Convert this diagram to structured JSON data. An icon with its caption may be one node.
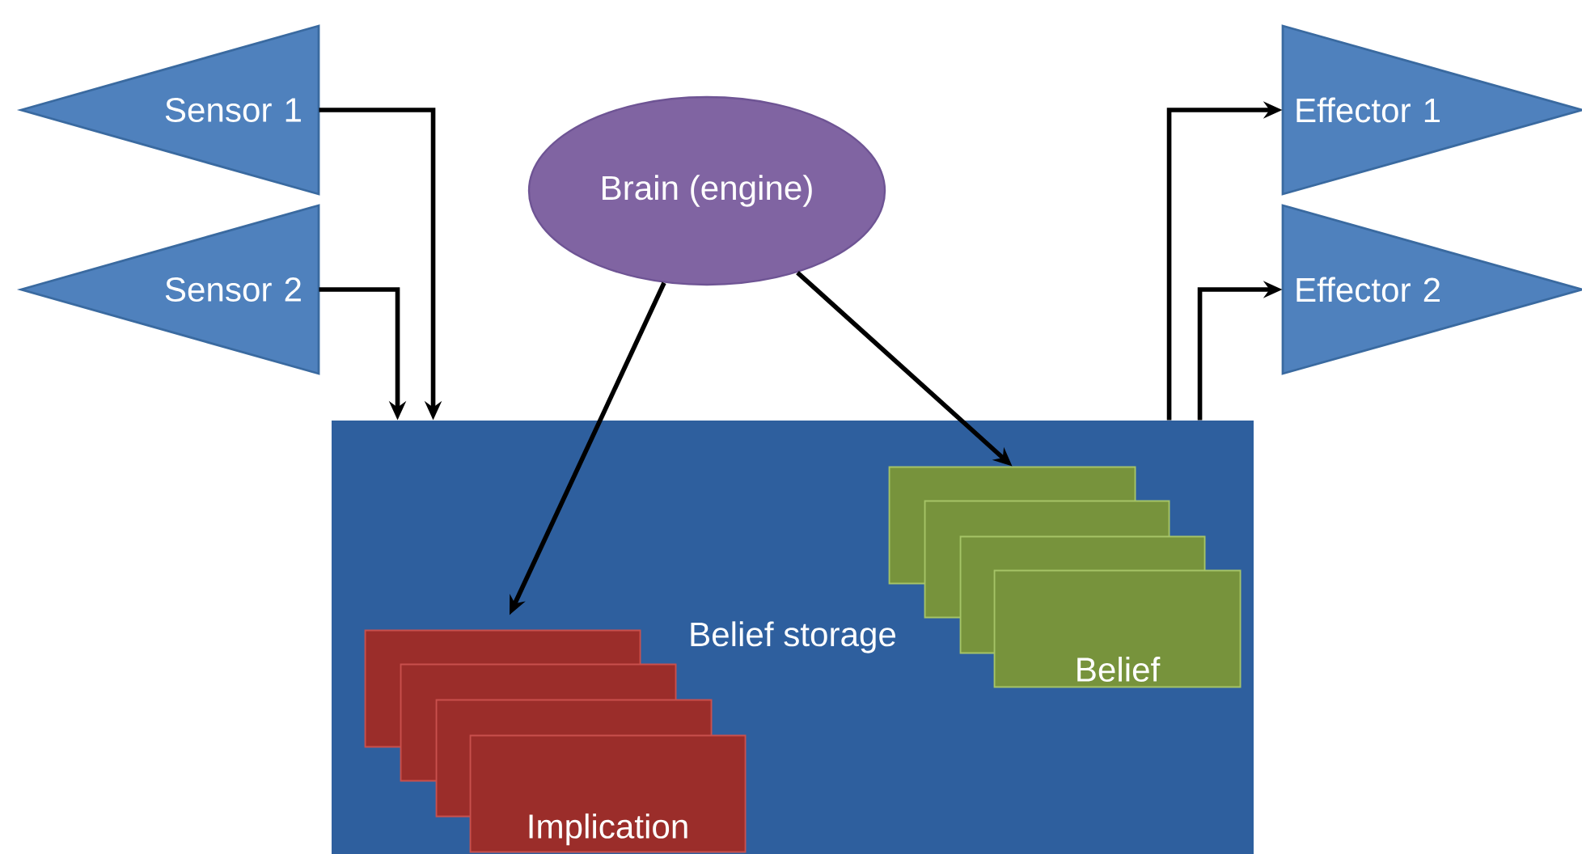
{
  "diagram": {
    "nodes": [
      {
        "text": [
          "Sensor 1"
        ]
      },
      {
        "text": [
          "Sensor 2"
        ]
      },
      {
        "text": [
          "Brain (engine)"
        ]
      },
      {
        "text": [
          "Effector 1"
        ]
      },
      {
        "text": [
          "Effector 2"
        ]
      },
      {
        "text": [
          "Belief storage"
        ]
      },
      {
        "text": [],
        "shape": "box",
        "in": 5
      },
      {
        "text": [],
        "shape": "box",
        "in": 5
      },
      {
        "text": [],
        "shape": "box",
        "in": 5
      },
      {
        "text": [
          "Belief"
        ],
        "in": 5
      },
      {
        "text": [],
        "shape": "box",
        "in": 5
      },
      {
        "text": [],
        "shape": "box",
        "in": 5
      },
      {
        "text": [],
        "shape": "box",
        "in": 5
      },
      {
        "text": [
          "Implication"
        ],
        "in": 5
      }
    ],
    "edges": [
      {
        "from": 0,
        "to": 5,
        "arrow": "to"
      },
      {
        "from": 1,
        "to": 5,
        "arrow": "to"
      },
      {
        "from": 5,
        "to": 3,
        "arrow": "to"
      },
      {
        "from": 5,
        "to": 4,
        "arrow": "to"
      },
      {
        "from": 2,
        "to": 6,
        "arrow": "to"
      },
      {
        "from": 2,
        "to": 10,
        "arrow": "to"
      }
    ]
  }
}
